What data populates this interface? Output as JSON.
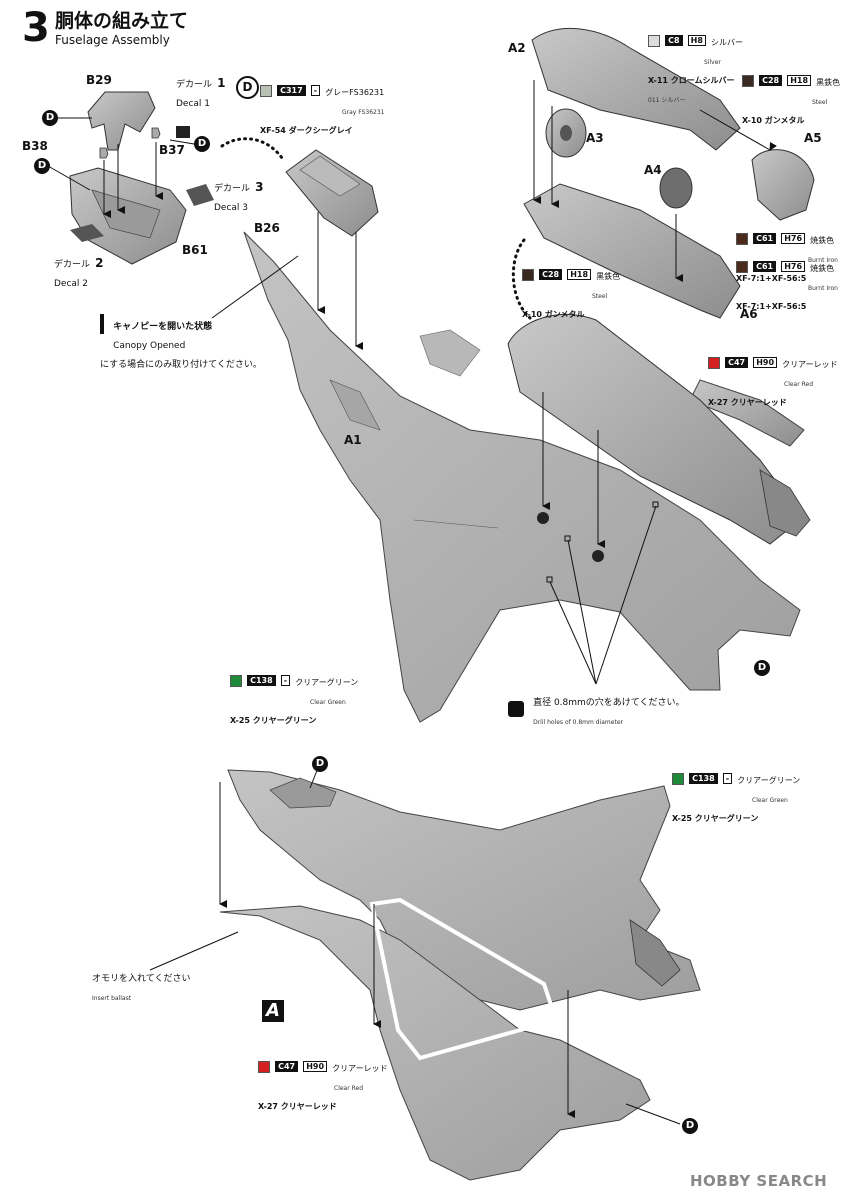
{
  "step": {
    "number": "3",
    "title_jp": "胴体の組み立て",
    "title_en": "Fuselage Assembly"
  },
  "parts": {
    "b29": "B29",
    "b38": "B38",
    "b37": "B37",
    "b61": "B61",
    "b26": "B26",
    "a1": "A1",
    "a2": "A2",
    "a3": "A3",
    "a4": "A4",
    "a5": "A5",
    "a6": "A6"
  },
  "decals": {
    "d1": {
      "jp": "デカール",
      "num": "1",
      "en": "Decal 1"
    },
    "d2": {
      "jp": "デカール",
      "num": "2",
      "en": "Decal 2"
    },
    "d3": {
      "jp": "デカール",
      "num": "3",
      "en": "Decal 3"
    }
  },
  "d_marker": "D",
  "colors": {
    "gray": {
      "code": "C317",
      "h": "-",
      "jp": "グレーFS36231",
      "en": "Gray FS36231",
      "xf": "XF-54 ダークシーグレイ",
      "swatch": "#b9c0b4"
    },
    "silver": {
      "code": "C8",
      "h": "H8",
      "jp": "シルバー",
      "en": "Silver",
      "xf": "X-11 クロームシルバー",
      "extra": "011 シルバー",
      "swatch": "#dcdcdc"
    },
    "steel_a2": {
      "code": "C28",
      "h": "H18",
      "jp": "黒鉄色",
      "en": "Steel",
      "xf": "X-10 ガンメタル",
      "swatch": "#3a2a22"
    },
    "burnt_a5": {
      "code": "C61",
      "h": "H76",
      "jp": "焼鉄色",
      "en": "Burnt Iron",
      "xf": "XF-7:1+XF-56:5",
      "swatch": "#4a2a1a"
    },
    "burnt_a6": {
      "code": "C61",
      "h": "H76",
      "jp": "焼鉄色",
      "en": "Burnt Iron",
      "xf": "XF-7:1+XF-56:5",
      "swatch": "#4a2a1a"
    },
    "steel_a6": {
      "code": "C28",
      "h": "H18",
      "jp": "黒鉄色",
      "en": "Steel",
      "xf": "X-10 ガンメタル",
      "swatch": "#3a2a22"
    },
    "clear_red_1": {
      "code": "C47",
      "h": "H90",
      "jp": "クリアーレッド",
      "en": "Clear Red",
      "xf": "X-27 クリヤーレッド",
      "swatch": "#d42020"
    },
    "clear_green_1": {
      "code": "C138",
      "h": "-",
      "jp": "クリアーグリーン",
      "en": "Clear Green",
      "xf": "X-25 クリヤーグリーン",
      "swatch": "#1f8a3a"
    },
    "clear_green_2": {
      "code": "C138",
      "h": "-",
      "jp": "クリアーグリーン",
      "en": "Clear Green",
      "xf": "X-25 クリヤーグリーン",
      "swatch": "#1f8a3a"
    },
    "clear_red_2": {
      "code": "C47",
      "h": "H90",
      "jp": "クリアーレッド",
      "en": "Clear Red",
      "xf": "X-27 クリヤーレッド",
      "swatch": "#d42020"
    }
  },
  "notes": {
    "canopy_jp": "キャノピーを開いた状態",
    "canopy_en": "Canopy Opened",
    "canopy_jp2": "にする場合にのみ取り付けてください。",
    "drill_jp": "直径 0.8mmの穴をあけてください。",
    "drill_en": "Drill holes of 0.8mm diameter",
    "ballast_jp": "オモリを入れてください",
    "ballast_en": "Insert ballast"
  },
  "view_label": "A",
  "watermark": "HOBBY SEARCH"
}
